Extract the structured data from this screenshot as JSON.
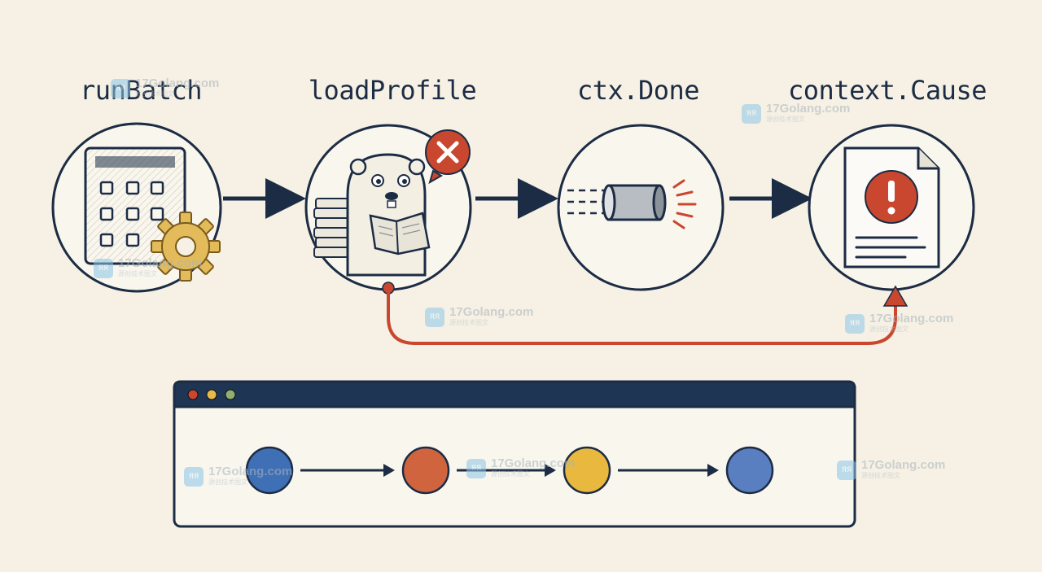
{
  "steps": [
    {
      "label": "runBatch"
    },
    {
      "label": "loadProfile"
    },
    {
      "label": "ctx.Done"
    },
    {
      "label": "context.Cause"
    }
  ],
  "icons": {
    "step1": "calendar-gear-icon",
    "step2": "gopher-reading-icon",
    "step3": "pipe-cut-icon",
    "step4": "document-alert-icon",
    "error_badge": "close-x-icon"
  },
  "window": {
    "dots": [
      "#c8472e",
      "#e6b94a",
      "#8fb072"
    ],
    "nodes": [
      "#3f6fb5",
      "#d0643e",
      "#e8b83f",
      "#5a7fc0"
    ]
  },
  "watermarks": {
    "badge": "ЯЯ",
    "text": "17Golang.com",
    "subtext": "源创技术图文"
  },
  "colors": {
    "ink": "#1c2c44",
    "accent_red": "#c8472e",
    "background": "#f6f1e4"
  }
}
